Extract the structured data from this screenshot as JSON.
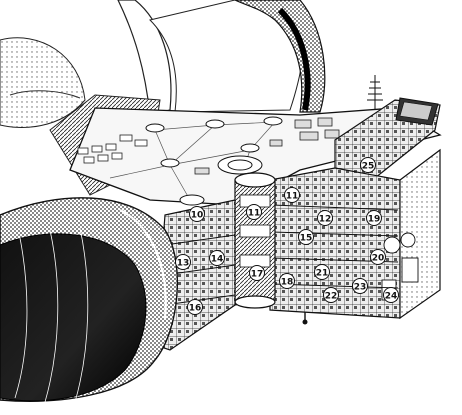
{
  "callouts": [
    {
      "id": "c10",
      "label": "10"
    },
    {
      "id": "c11a",
      "label": "11"
    },
    {
      "id": "c11b",
      "label": "11"
    },
    {
      "id": "c12",
      "label": "12"
    },
    {
      "id": "c13",
      "label": "13"
    },
    {
      "id": "c14",
      "label": "14"
    },
    {
      "id": "c15",
      "label": "15"
    },
    {
      "id": "c16",
      "label": "16"
    },
    {
      "id": "c17",
      "label": "17"
    },
    {
      "id": "c18",
      "label": "18"
    },
    {
      "id": "c19",
      "label": "19"
    },
    {
      "id": "c20",
      "label": "20"
    },
    {
      "id": "c21",
      "label": "21"
    },
    {
      "id": "c22",
      "label": "22"
    },
    {
      "id": "c23",
      "label": "23"
    },
    {
      "id": "c24",
      "label": "24"
    },
    {
      "id": "c25",
      "label": "25"
    }
  ],
  "icons": {
    "illustration": "spacecraft-cutaway-illustration"
  }
}
